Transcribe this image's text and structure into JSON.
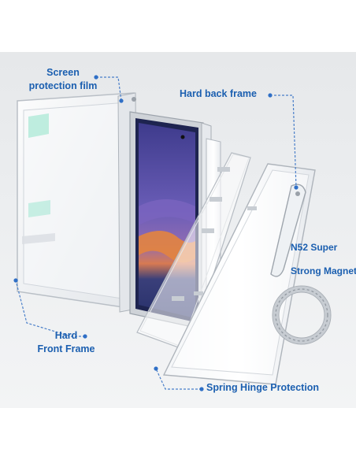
{
  "labels": {
    "screen_protection_film": [
      "Screen",
      "protection film"
    ],
    "hard_back_frame": "Hard back frame",
    "hard_front_frame": [
      "Hard",
      "Front Frame"
    ],
    "n52_super": "N52 Super",
    "strong_magnetic": "Strong Magnetic",
    "spring_hinge_protection": "Spring Hinge Protection"
  },
  "colors": {
    "label": "#1b5fb0",
    "leader_line": "#4a7fc9",
    "background_band": "#e9ebed",
    "screen_purple": "#5a4fa8",
    "screen_orange": "#e0763a"
  }
}
